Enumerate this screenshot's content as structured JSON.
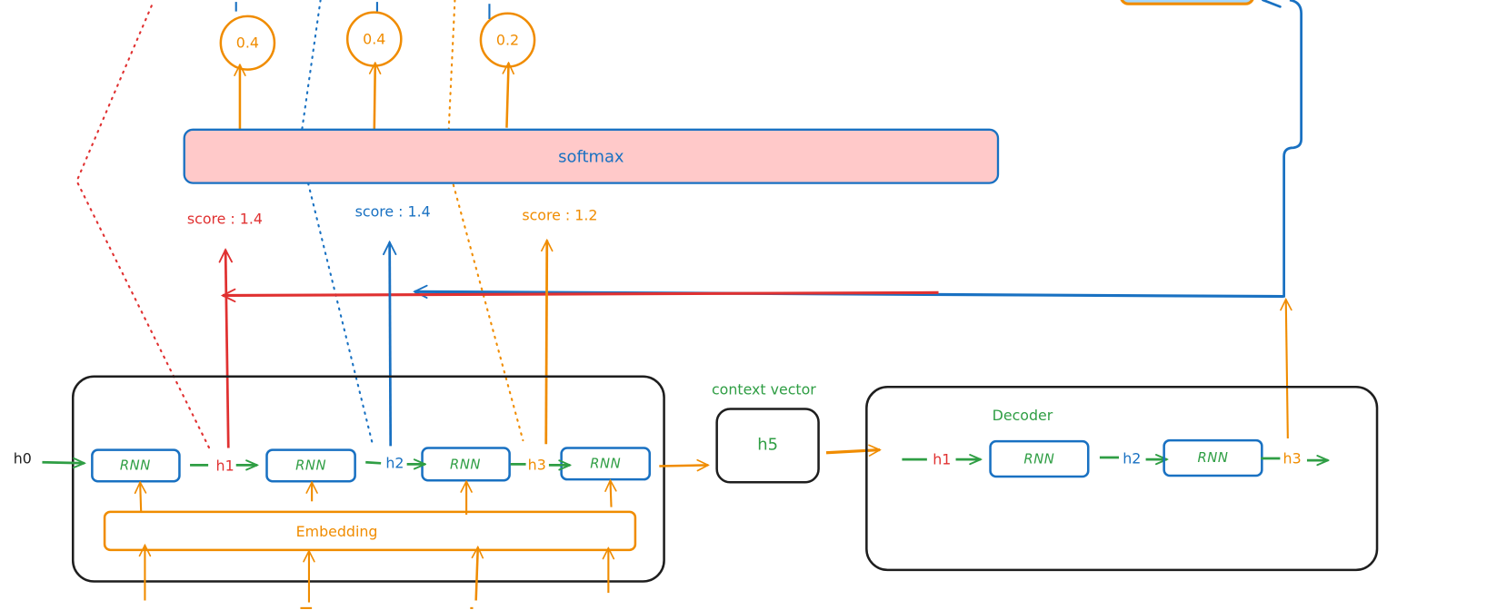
{
  "colors": {
    "blue": "#1971c2",
    "red": "#e03131",
    "orange": "#f08c00",
    "green": "#2f9e44",
    "black": "#1e1e1e",
    "softmax_fill": "#ffc9c9",
    "top_box_fill": "#a5d8ff"
  },
  "softmax": {
    "label": "softmax"
  },
  "weights": [
    {
      "value": "0.4"
    },
    {
      "value": "0.4"
    },
    {
      "value": "0.2"
    }
  ],
  "scores": [
    {
      "label": "score : 1.4",
      "color": "red"
    },
    {
      "label": "score : 1.4",
      "color": "blue"
    },
    {
      "label": "score : 1.2",
      "color": "orange"
    }
  ],
  "encoder": {
    "input_state": "h0",
    "cells": [
      {
        "label": "RNN"
      },
      {
        "label": "RNN"
      },
      {
        "label": "RNN"
      },
      {
        "label": "RNN"
      }
    ],
    "hidden_states": [
      {
        "label": "h1",
        "color": "red"
      },
      {
        "label": "h2",
        "color": "blue"
      },
      {
        "label": "h3",
        "color": "orange"
      }
    ],
    "embedding_label": "Embedding"
  },
  "context": {
    "title": "context vector",
    "value": "h5"
  },
  "decoder": {
    "title": "Decoder",
    "cells": [
      {
        "label": "RNN"
      },
      {
        "label": "RNN"
      }
    ],
    "hidden_states": [
      {
        "label": "h1",
        "color": "red"
      },
      {
        "label": "h2",
        "color": "blue"
      },
      {
        "label": "h3",
        "color": "orange"
      }
    ]
  }
}
